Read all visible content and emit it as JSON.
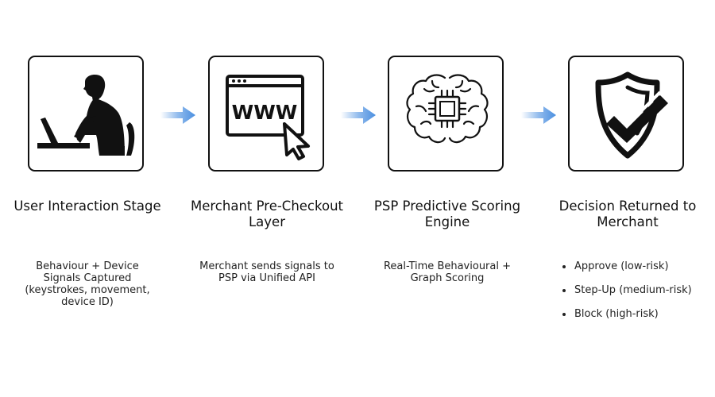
{
  "stages": [
    {
      "icon": "person-laptop-icon",
      "title": "User Interaction Stage",
      "description": "Behaviour + Device Signals Captured (keystrokes, movement, device ID)"
    },
    {
      "icon": "www-browser-cursor-icon",
      "title": "Merchant Pre-Checkout Layer",
      "description": "Merchant sends signals to PSP via Unified API"
    },
    {
      "icon": "brain-chip-icon",
      "title": "PSP Predictive Scoring Engine",
      "description": "Real-Time Behavioural + Graph Scoring"
    },
    {
      "icon": "shield-check-icon",
      "title": "Decision Returned to Merchant",
      "bullets": [
        "Approve (low-risk)",
        "Step-Up (medium-risk)",
        "Block (high-risk)"
      ]
    }
  ],
  "browser_text": "WWW",
  "colors": {
    "arrow": "#4a8fe0",
    "stroke": "#111111"
  }
}
